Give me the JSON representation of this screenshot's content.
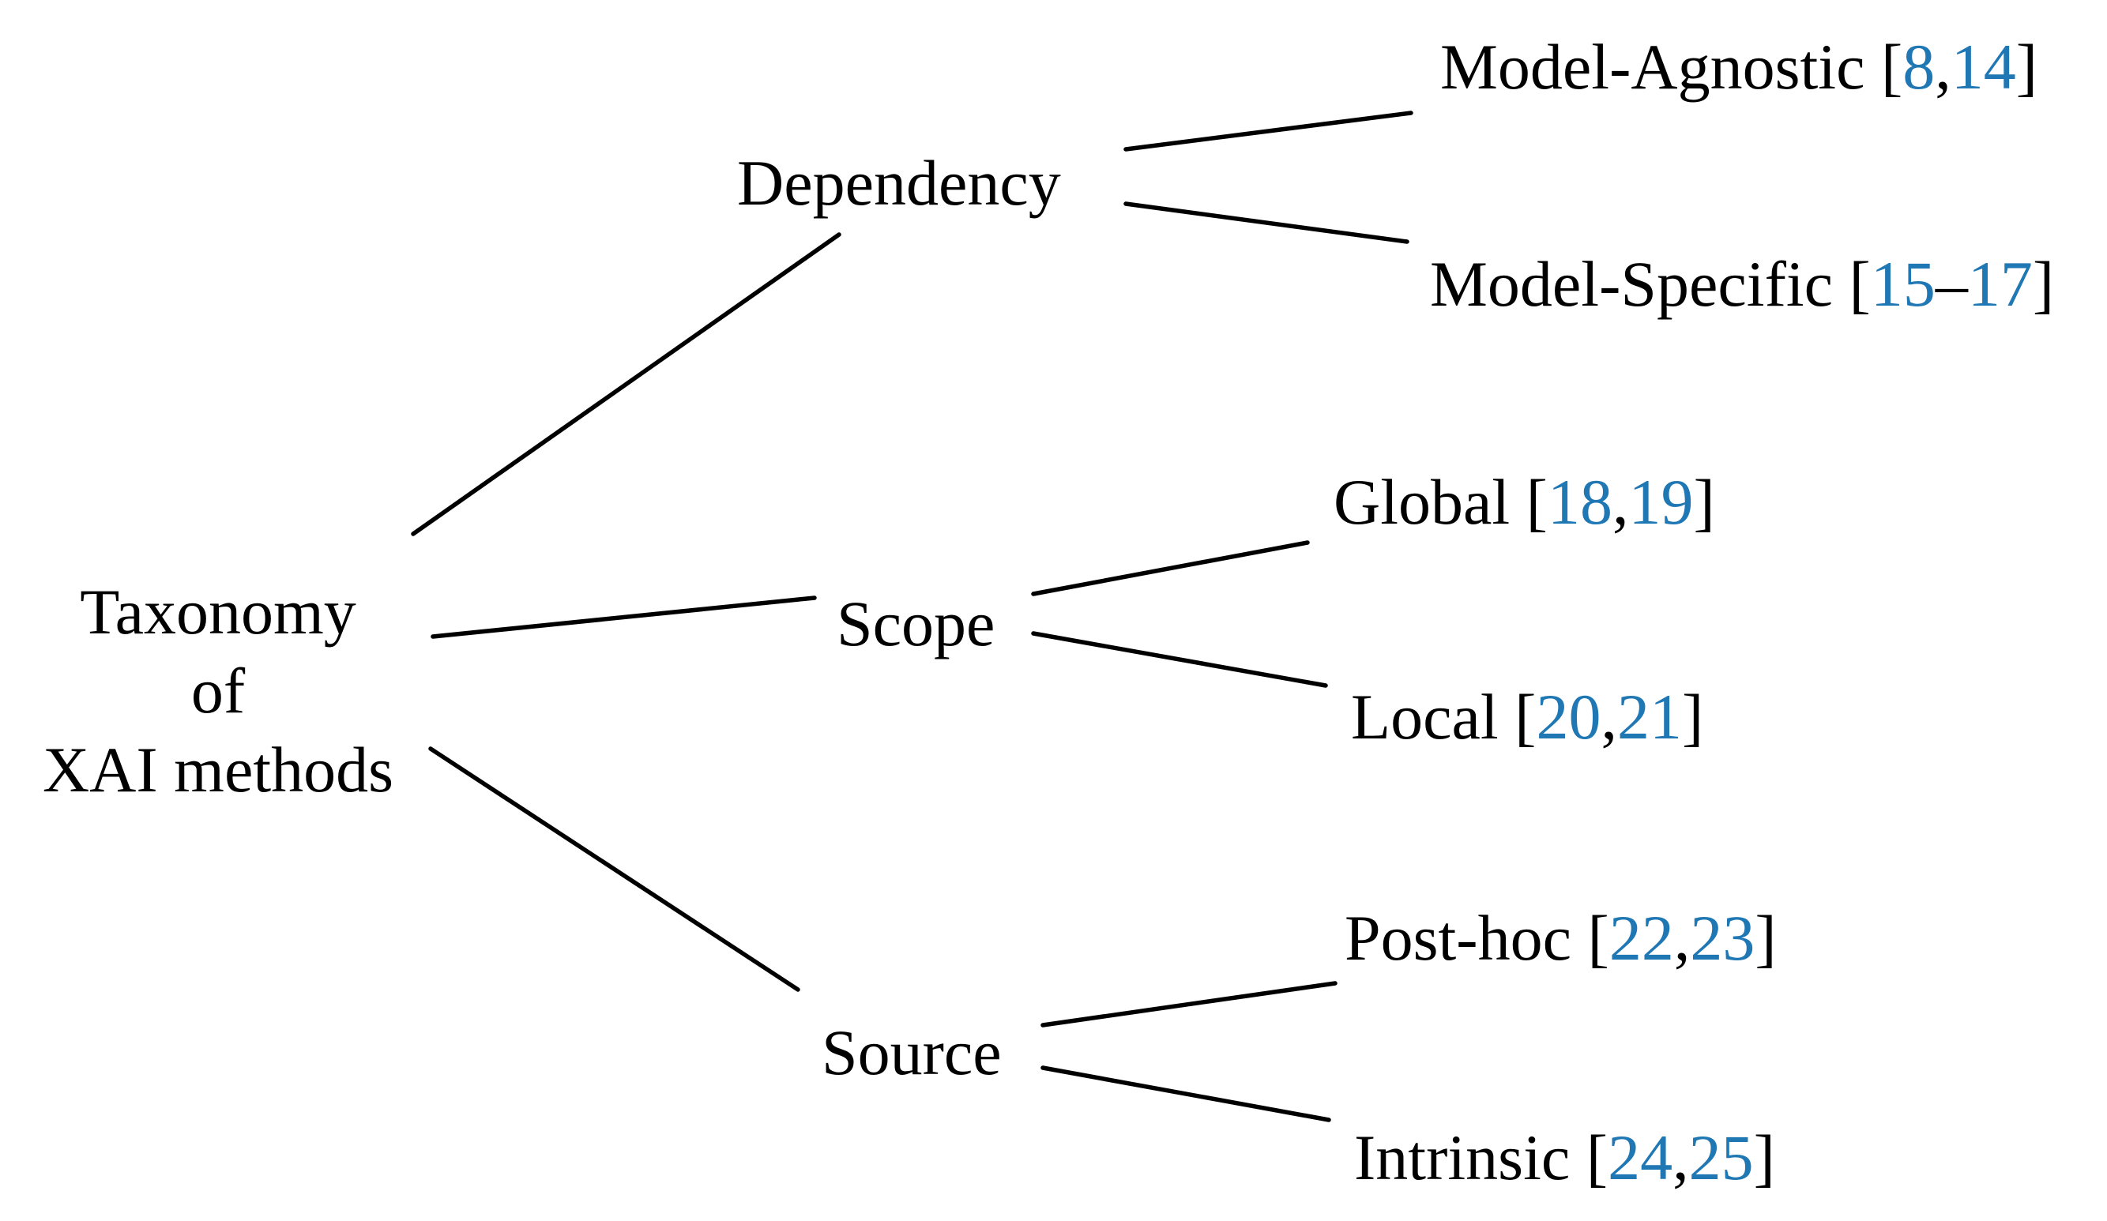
{
  "figure": {
    "description_label": "Taxonomy tree of XAI methods"
  },
  "colors": {
    "citation_blue": "#1f77b4",
    "ink_black": "#000000",
    "background": "#ffffff"
  },
  "tree": {
    "root": {
      "lines": [
        "Taxonomy",
        "of",
        "XAI methods"
      ]
    },
    "branches": [
      {
        "label": "Dependency",
        "children": [
          {
            "parts": [
              "Model-Agnostic [",
              "8",
              ",",
              "14",
              "]"
            ]
          },
          {
            "parts": [
              "Model-Specific [",
              "15",
              "–",
              "17",
              "]"
            ]
          }
        ]
      },
      {
        "label": "Scope",
        "children": [
          {
            "parts": [
              "Global [",
              "18",
              ",",
              "19",
              "]"
            ]
          },
          {
            "parts": [
              "Local [",
              "20",
              ",",
              "21",
              "]"
            ]
          }
        ]
      },
      {
        "label": "Source",
        "children": [
          {
            "parts": [
              "Post-hoc [",
              "22",
              ",",
              "23",
              "]"
            ]
          },
          {
            "parts": [
              "Intrinsic [",
              "24",
              ",",
              "25",
              "]"
            ]
          }
        ]
      }
    ]
  }
}
